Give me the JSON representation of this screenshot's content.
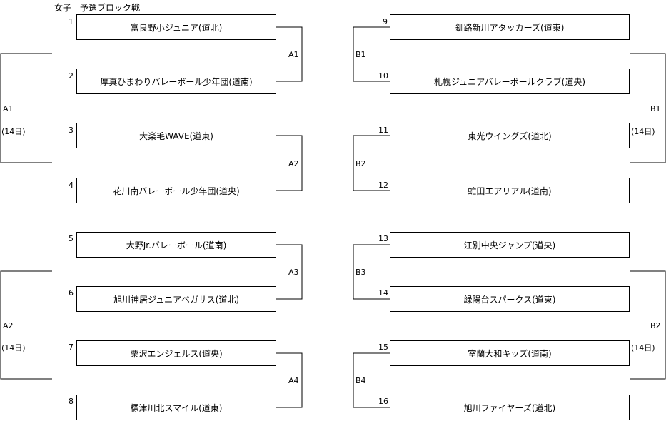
{
  "title": "女子　予選ブロック戦",
  "left_teams": [
    {
      "num": "1",
      "name": "富良野小ジュニア(道北)"
    },
    {
      "num": "2",
      "name": "厚真ひまわりバレーボール少年団(道南)"
    },
    {
      "num": "3",
      "name": "大楽毛WAVE(道東)"
    },
    {
      "num": "4",
      "name": "花川南バレーボール少年団(道央)"
    },
    {
      "num": "5",
      "name": "大野Jr.バレーボール(道南)"
    },
    {
      "num": "6",
      "name": "旭川神居ジュニアペガサス(道北)"
    },
    {
      "num": "7",
      "name": "栗沢エンジェルス(道央)"
    },
    {
      "num": "8",
      "name": "標津川北スマイル(道東)"
    }
  ],
  "right_teams": [
    {
      "num": "9",
      "name": "釧路新川アタッカーズ(道東)"
    },
    {
      "num": "10",
      "name": "札幌ジュニアバレーボールクラブ(道央)"
    },
    {
      "num": "11",
      "name": "東光ウイングズ(道北)"
    },
    {
      "num": "12",
      "name": "虻田エアリアル(道南)"
    },
    {
      "num": "13",
      "name": "江別中央ジャンプ(道央)"
    },
    {
      "num": "14",
      "name": "緑陽台スパークス(道東)"
    },
    {
      "num": "15",
      "name": "室蘭大和キッズ(道南)"
    },
    {
      "num": "16",
      "name": "旭川ファイヤーズ(道北)"
    }
  ],
  "pair_labels_left": [
    "A1",
    "A2",
    "A3",
    "A4"
  ],
  "pair_labels_right": [
    "B1",
    "B2",
    "B3",
    "B4"
  ],
  "group_labels_left": [
    {
      "name": "A1",
      "date": "(14日)"
    },
    {
      "name": "A2",
      "date": "(14日)"
    }
  ],
  "group_labels_right": [
    {
      "name": "B1",
      "date": "(14日)"
    },
    {
      "name": "B2",
      "date": "(14日)"
    }
  ]
}
